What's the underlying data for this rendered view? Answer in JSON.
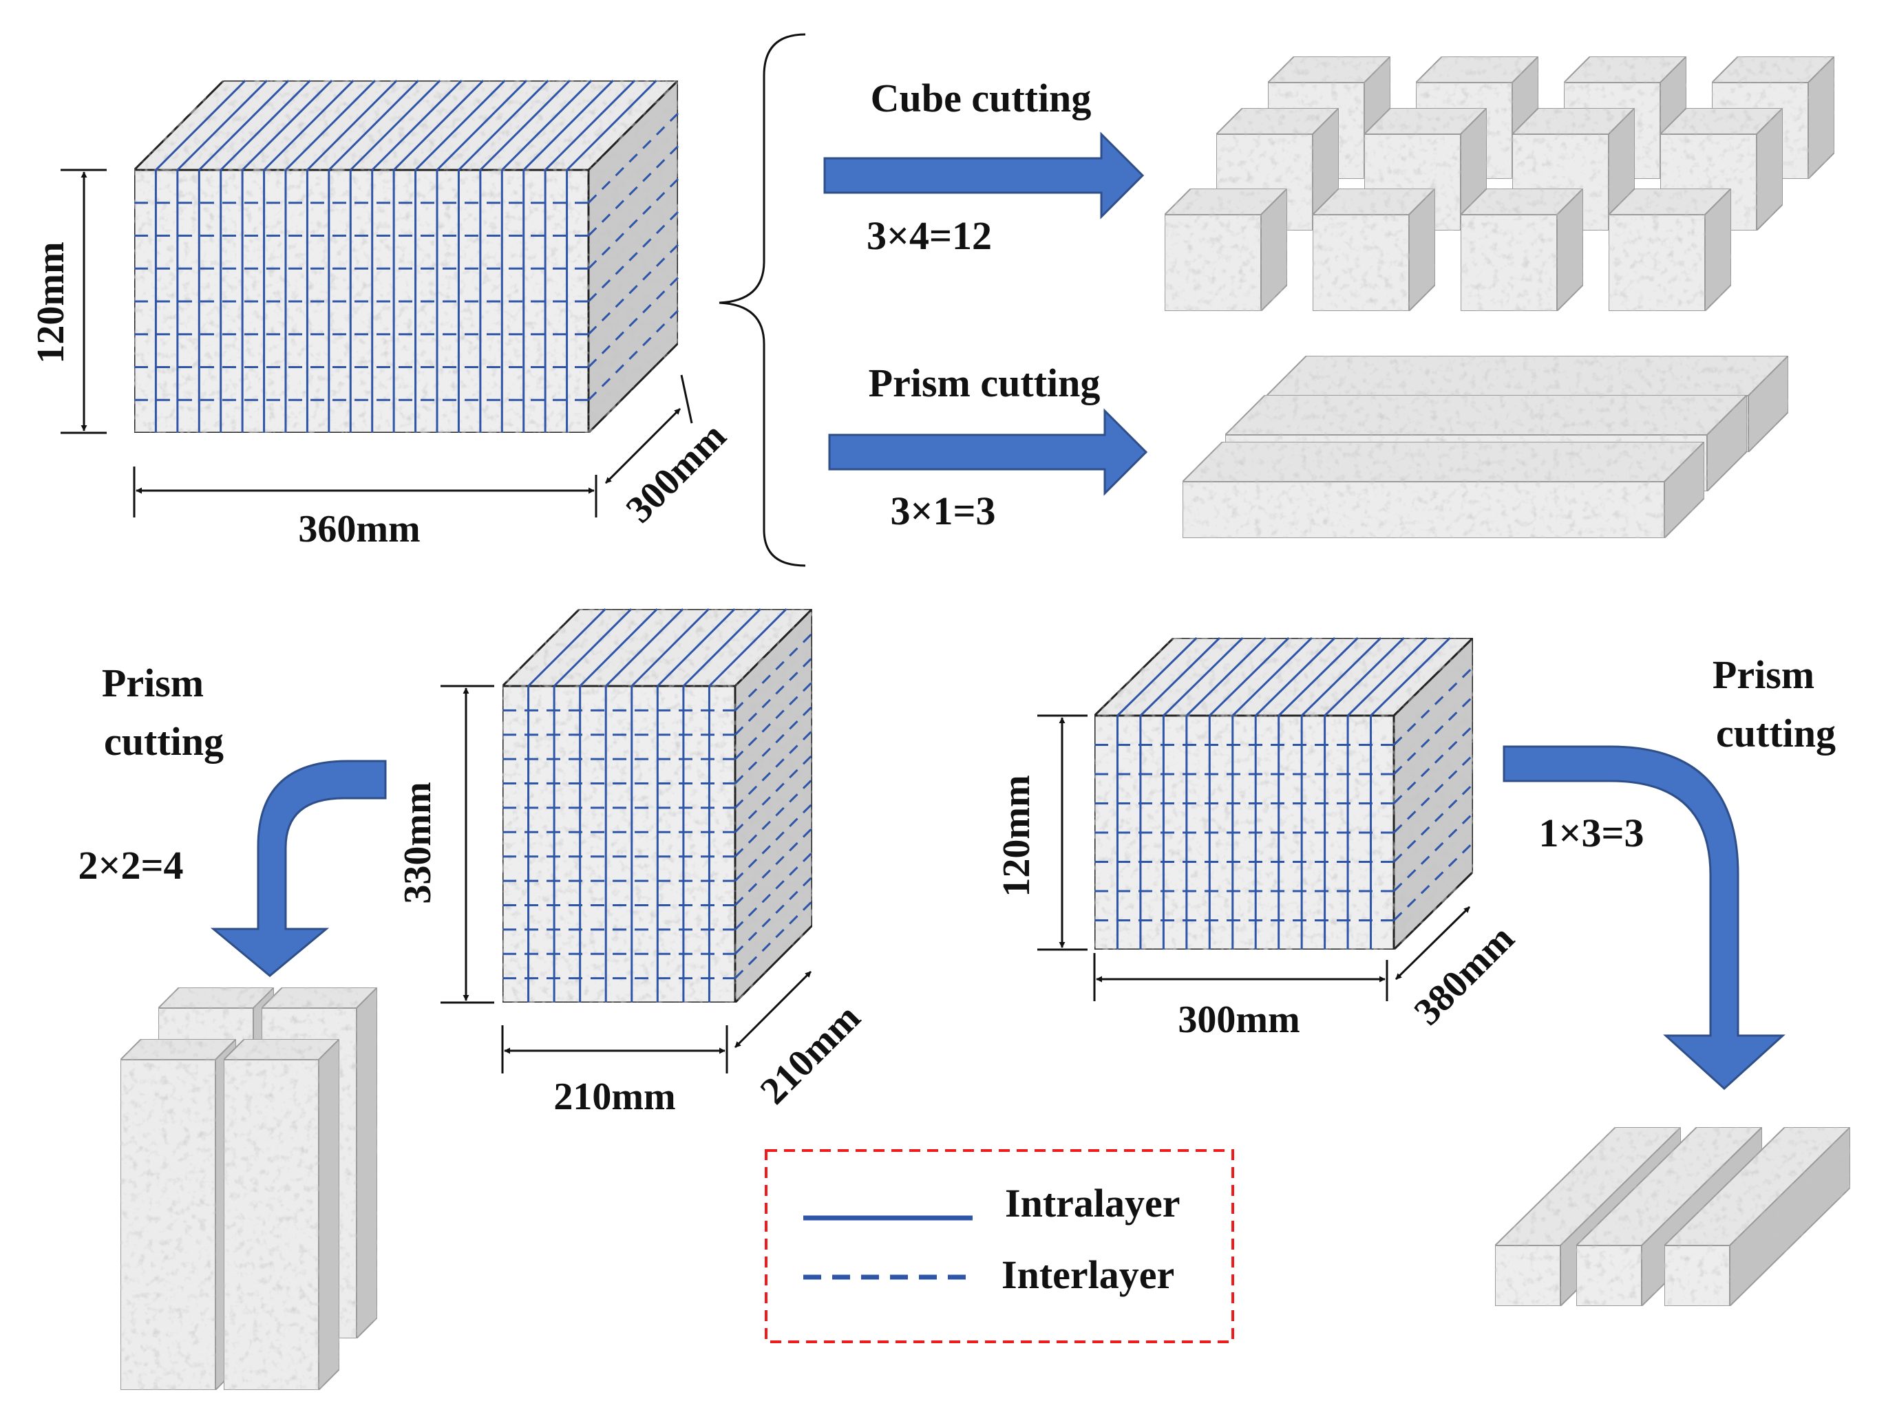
{
  "colors": {
    "line_blue": "#2f55a8",
    "arrow_blue": "#4472c4",
    "arrow_edge": "#2e4f8a",
    "legend_border": "#ee1c1c",
    "concrete_light": "#f2f2f2",
    "concrete_mid": "#d9d9d9",
    "concrete_dark": "#bdbdbd"
  },
  "block_a": {
    "height_label": "120mm",
    "width_label": "360mm",
    "depth_label": "300mm",
    "cube_cutting": {
      "title": "Cube cutting",
      "formula": "3×4=12"
    },
    "prism_cutting": {
      "title": "Prism cutting",
      "formula": "3×1=3"
    }
  },
  "block_b": {
    "height_label": "330mm",
    "width_label": "210mm",
    "depth_label": "210mm",
    "cutting_title_line1": "Prism",
    "cutting_title_line2": "cutting",
    "formula": "2×2=4"
  },
  "block_c": {
    "height_label": "120mm",
    "width_label": "300mm",
    "depth_label": "380mm",
    "cutting_title_line1": "Prism",
    "cutting_title_line2": "cutting",
    "formula": "1×3=3"
  },
  "legend": {
    "solid_label": "Intralayer",
    "dashed_label": "Interlayer"
  }
}
